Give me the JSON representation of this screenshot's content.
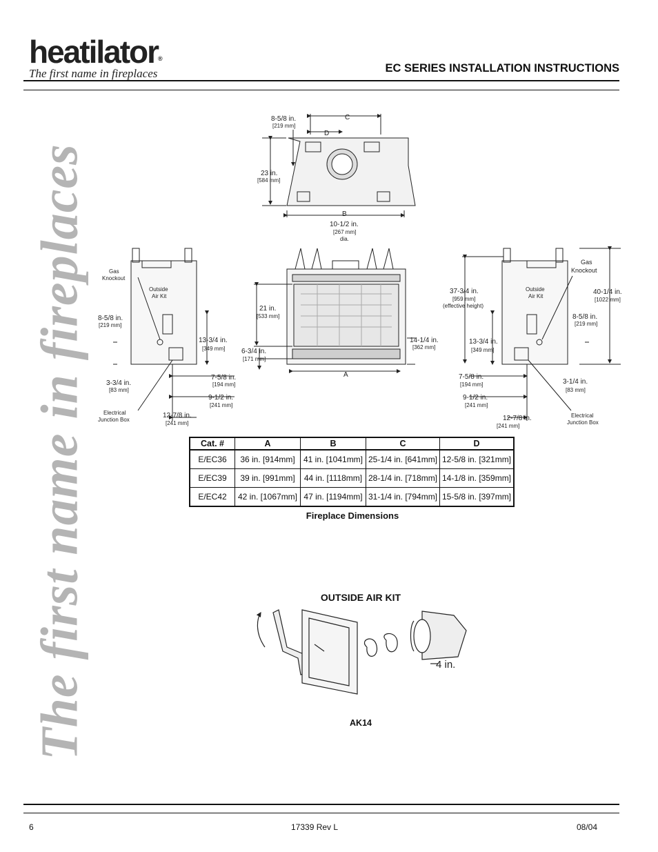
{
  "header": {
    "logo_text": "heatilator",
    "logo_reg": "®",
    "tagline": "The first name in fireplaces",
    "title": "EC SERIES INSTALLATION INSTRUCTIONS"
  },
  "watermark": "The first name in fireplaces",
  "diagram": {
    "top_view": {
      "dim_c": "C",
      "dim_d": "D",
      "dim_b": "B",
      "side_depth": "8-5/8 in.",
      "side_depth_mm": "[219 mm]",
      "depth": "23 in.",
      "depth_mm": "[584 mm]",
      "flue": "10-1/2 in.",
      "flue_mm": "[267 mm]",
      "flue_dia": "dia."
    },
    "left_view": {
      "gas_knockout": [
        "Gas",
        "Knockout"
      ],
      "outside_air_kit": [
        "Outside",
        "Air Kit"
      ],
      "height_a": "8-5/8 in.",
      "height_a_mm": "[219 mm]",
      "height_b": "13-3/4 in.",
      "height_b_mm": "[349 mm]",
      "bottom": "3-3/4 in.",
      "bottom_mm": "[83 mm]",
      "offset_1": "7-5/8 in.",
      "offset_1_mm": "[194 mm]",
      "offset_2": "9-1/2 in.",
      "offset_2_mm": "[241 mm]",
      "offset_3": "12-7/8 in.",
      "offset_3_mm": "[241 mm]",
      "junction_box": [
        "Electrical",
        "Junction Box"
      ]
    },
    "front_view": {
      "opening_height": "21 in.",
      "opening_height_mm": "[533 mm]",
      "hearth": "6-3/4 in.",
      "hearth_mm": "[171 mm]",
      "right_height": "14-1/4 in.",
      "right_height_mm": "[362 mm]",
      "dim_a": "A"
    },
    "right_view": {
      "effective_height": "37-3/4 in.",
      "effective_height_mm": "[959 mm]",
      "effective_note": "(effective height)",
      "total_height": "40-1/4 in.",
      "total_height_mm": "[1022 mm]",
      "gas_knockout": [
        "Gas",
        "Knockout"
      ],
      "outside_air_kit": [
        "Outside",
        "Air Kit"
      ],
      "height_a": "8-5/8 in.",
      "height_a_mm": "[219 mm]",
      "height_b": "13-3/4 in.",
      "height_b_mm": "[349 mm]",
      "bottom": "3-1/4 in.",
      "bottom_mm": "[83 mm]",
      "offset_1": "7-5/8 in.",
      "offset_1_mm": "[194 mm]",
      "offset_2": "9-1/2 in.",
      "offset_2_mm": "[241 mm]",
      "offset_3": "12-7/8 in.",
      "offset_3_mm": "[241 mm]",
      "junction_box": [
        "Electrical",
        "Junction Box"
      ]
    }
  },
  "table": {
    "headers": [
      "Cat. #",
      "A",
      "B",
      "C",
      "D"
    ],
    "rows": [
      [
        "E/EC36",
        "36 in. [914mm]",
        "41 in. [1041mm]",
        "25-1/4 in. [641mm]",
        "12-5/8 in. [321mm]"
      ],
      [
        "E/EC39",
        "39 in. [991mm]",
        "44 in. [1118mm]",
        "28-1/4 in. [718mm]",
        "14-1/8 in. [359mm]"
      ],
      [
        "E/EC42",
        "42 in. [1067mm]",
        "47 in. [1194mm]",
        "31-1/4 in. [794mm]",
        "15-5/8 in. [397mm]"
      ]
    ],
    "caption": "Fireplace Dimensions"
  },
  "outside_air_kit": {
    "title": "OUTSIDE AIR KIT",
    "size_label": "4 in.",
    "model": "AK14"
  },
  "footer": {
    "page": "6",
    "doc_number": "17339 Rev L",
    "date": "08/04"
  }
}
